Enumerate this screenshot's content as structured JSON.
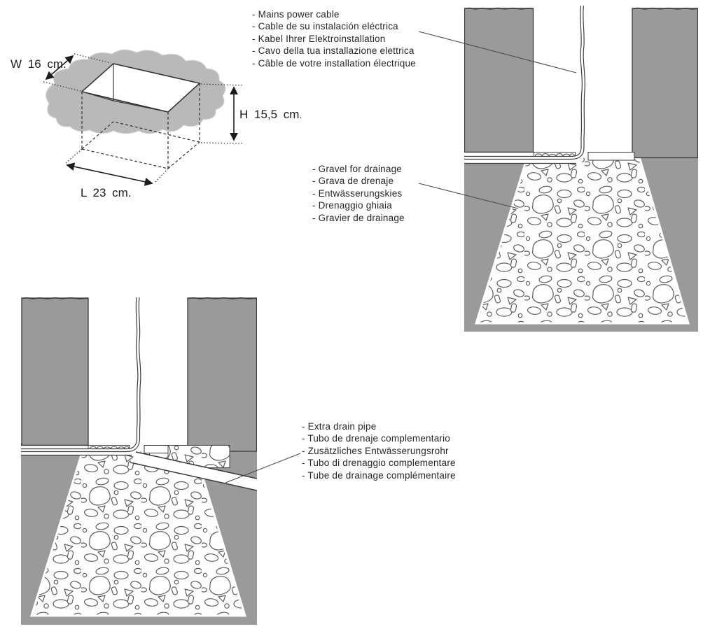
{
  "colors": {
    "soil_gray": "#9a9a9a",
    "surface_blob_gray": "#b9b9b9",
    "line_dark": "#3a3a3a",
    "stone_outline": "#5e5e5e",
    "text_color": "#262626"
  },
  "dimension_diagram": {
    "width_label": "W 16 cm.",
    "height_label": "H 15,5 cm.",
    "length_label": "L 23 cm."
  },
  "labels": {
    "mains_power_cable": {
      "lines": [
        "- Mains power cable",
        "- Cable de su instalación eléctrica",
        "- Kabel Ihrer Elektroinstallation",
        "- Cavo della tua installazione elettrica",
        "- Câble de votre installation électrique"
      ]
    },
    "gravel": {
      "lines": [
        "- Gravel for drainage",
        "- Grava de drenaje",
        "- Entwässerungskies",
        "- Drenaggio ghiaia",
        "- Gravier de drainage"
      ]
    },
    "drain_pipe": {
      "lines": [
        "- Extra drain pipe",
        "- Tubo de drenaje complementario",
        "- Zusätzliches Entwässerungsrohr",
        "- Tubo di drenaggio complementare",
        "- Tube de drainage complémentaire"
      ]
    }
  }
}
